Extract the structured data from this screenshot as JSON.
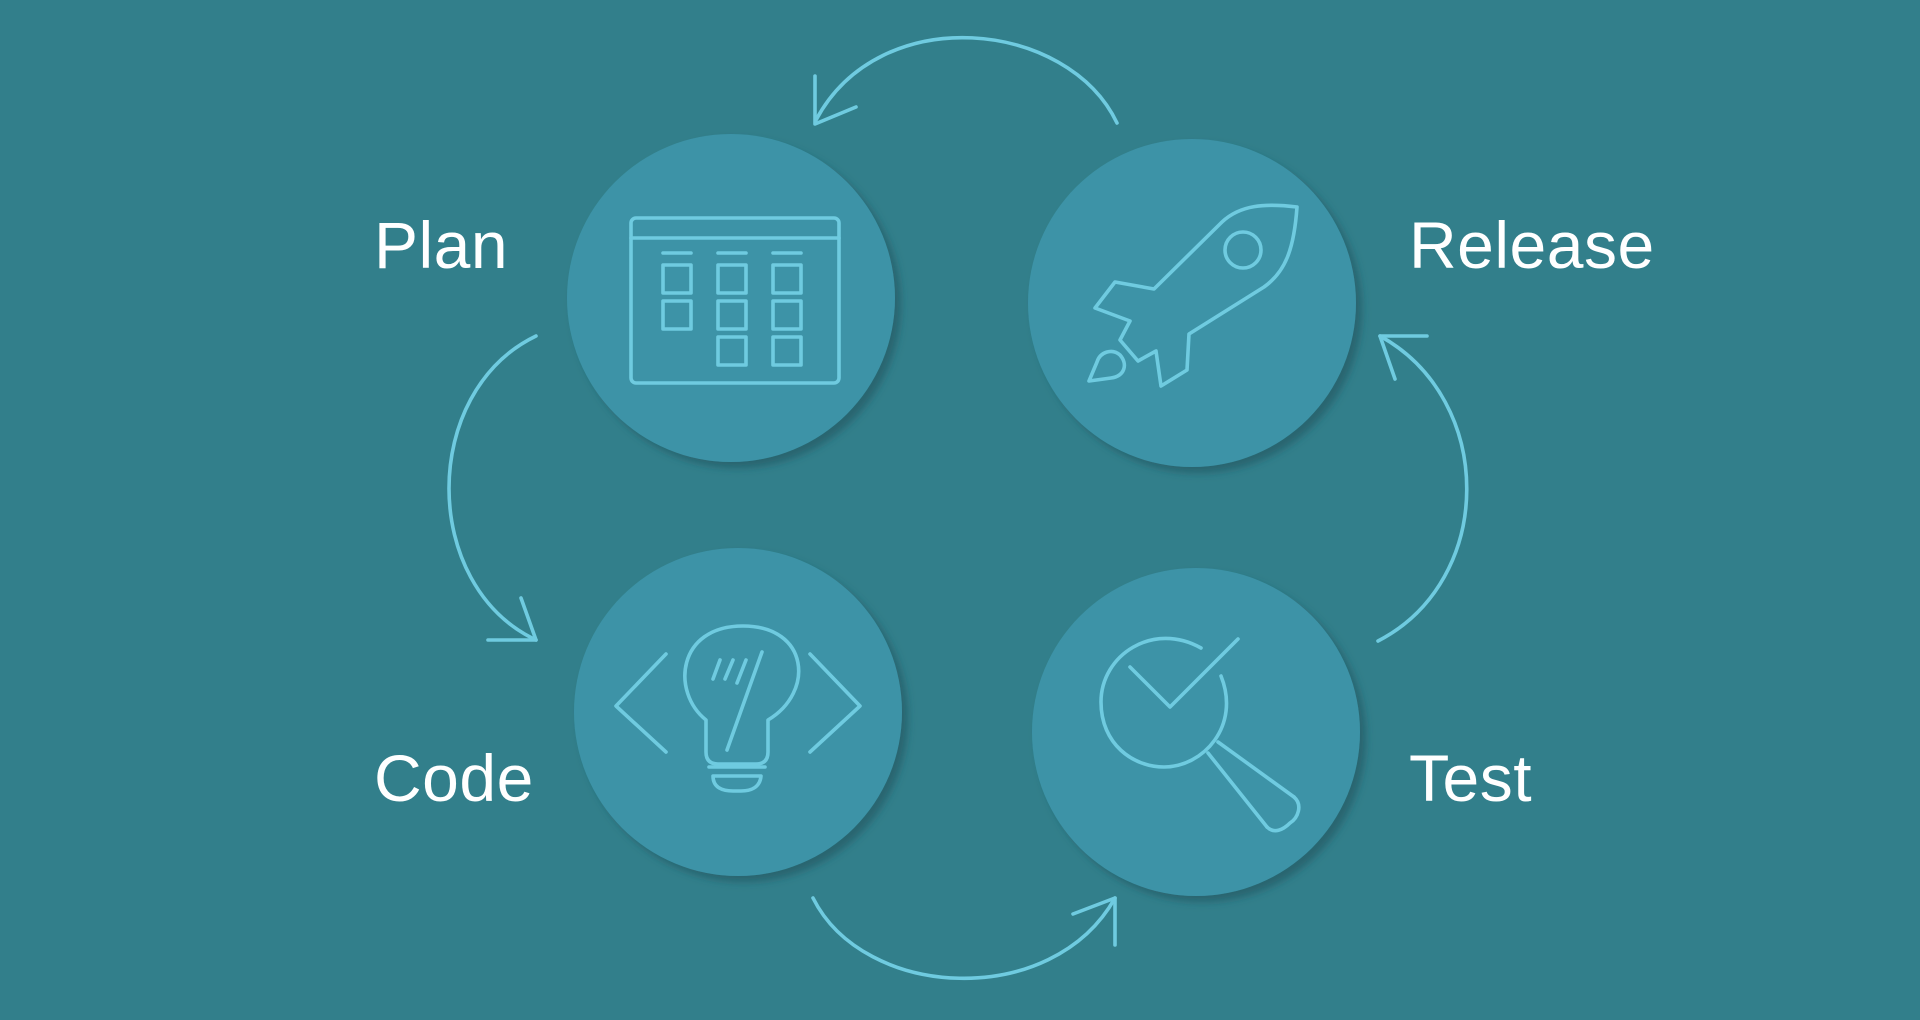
{
  "diagram": {
    "type": "cycle",
    "stages": [
      {
        "id": "plan",
        "label": "Plan",
        "icon": "calendar-icon"
      },
      {
        "id": "release",
        "label": "Release",
        "icon": "rocket-icon"
      },
      {
        "id": "test",
        "label": "Test",
        "icon": "magnifier-check-icon"
      },
      {
        "id": "code",
        "label": "Code",
        "icon": "lightbulb-code-icon"
      }
    ],
    "flow": [
      "plan",
      "code",
      "test",
      "release",
      "plan"
    ]
  },
  "colors": {
    "background": "#327f8b",
    "circle": "#3c93a7",
    "line": "#6fcbe0",
    "text": "#ffffff"
  }
}
